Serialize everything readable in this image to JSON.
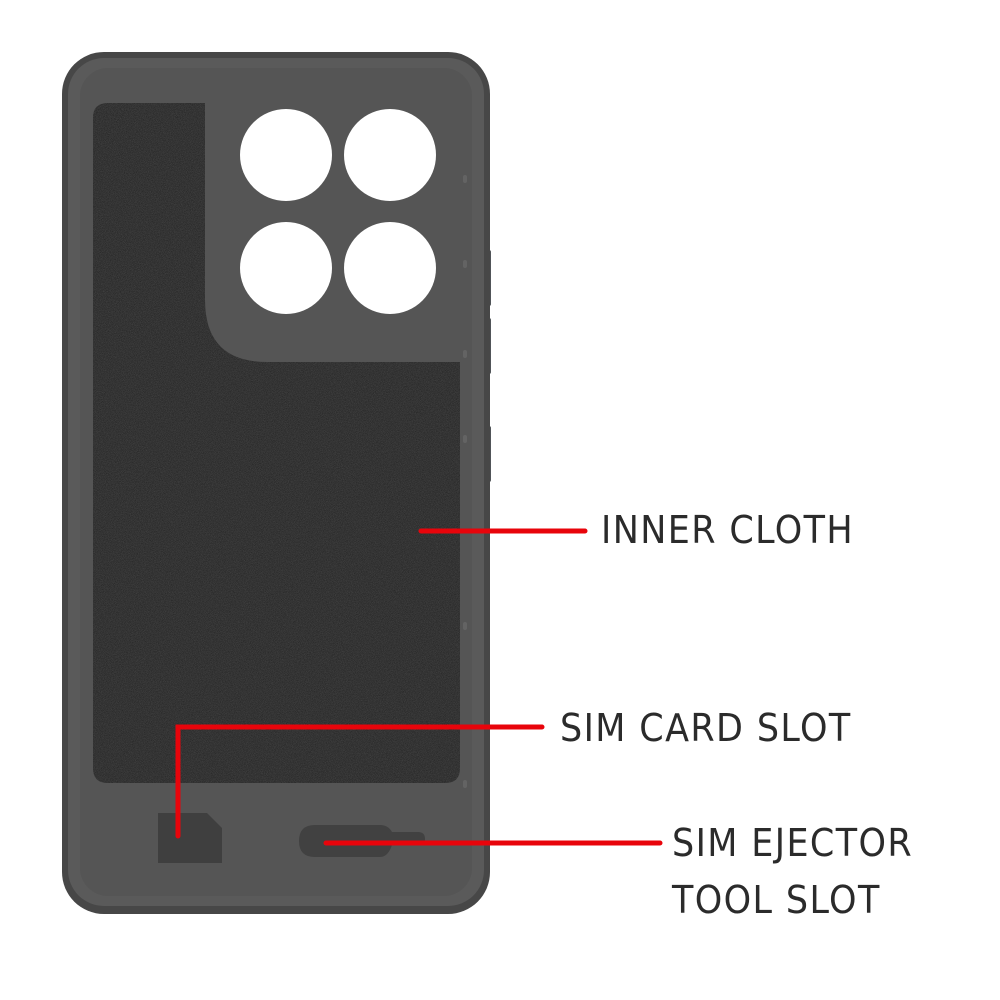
{
  "diagram": {
    "subject": "Phone case interior view",
    "colors": {
      "case_outer": "#4a4a4a",
      "case_rim": "#5c5c5c",
      "case_inner": "#545454",
      "cloth": "#1a1a1a",
      "lens_hole": "#ffffff",
      "slot": "#3e3e3e",
      "callout_line": "#e8040b",
      "label_text": "#2b2b2b",
      "background": "#ffffff"
    },
    "camera_cutouts": 4,
    "callouts": [
      {
        "id": "inner-cloth",
        "label": "INNER CLOTH"
      },
      {
        "id": "sim-card-slot",
        "label": "SIM CARD SLOT"
      },
      {
        "id": "sim-ejector-tool-slot",
        "label_lines": [
          "SIM EJECTOR",
          "TOOL SLOT"
        ]
      }
    ]
  }
}
